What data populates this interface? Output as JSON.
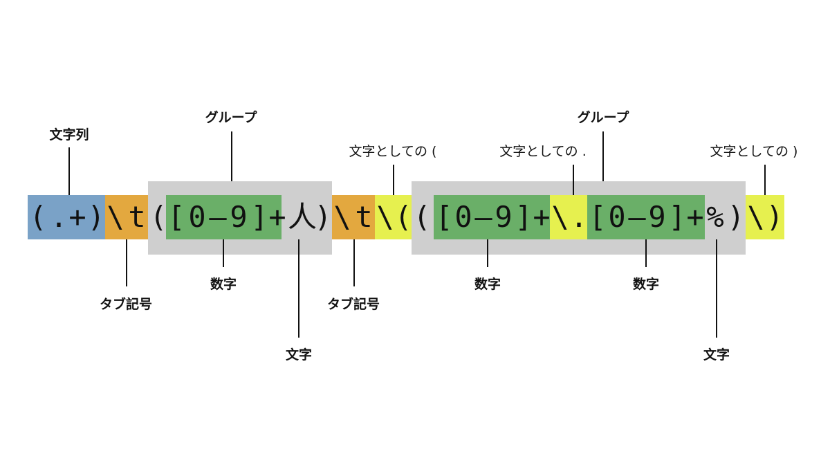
{
  "regex_chars": [
    "(",
    ".",
    "+",
    ")",
    "\\",
    "t",
    "(",
    "[",
    "0",
    "–",
    "9",
    "]",
    "+",
    "人",
    ")",
    "\\",
    "t",
    "\\",
    "(",
    "(",
    "[",
    "0",
    "–",
    "9",
    "]",
    "+",
    "\\",
    ".",
    "[",
    "0",
    "–",
    "9",
    "]",
    "+",
    "%",
    ")",
    "\\",
    ")"
  ],
  "labels": {
    "string": "文字列",
    "group_1": "グループ",
    "group_2": "グループ",
    "tab_1": "タブ記号",
    "tab_2": "タブ記号",
    "digit_1": "数字",
    "digit_2": "数字",
    "digit_3": "数字",
    "char_1": "文字",
    "char_2": "文字",
    "literal_open": "文字としての (",
    "literal_dot": "文字としての .",
    "literal_close": "文字としての )"
  },
  "colors": {
    "string": "#7aa2c7",
    "tab": "#e3a83f",
    "group": "#cfcfcf",
    "digit": "#6aaf68",
    "literal": "#e6f04f"
  }
}
